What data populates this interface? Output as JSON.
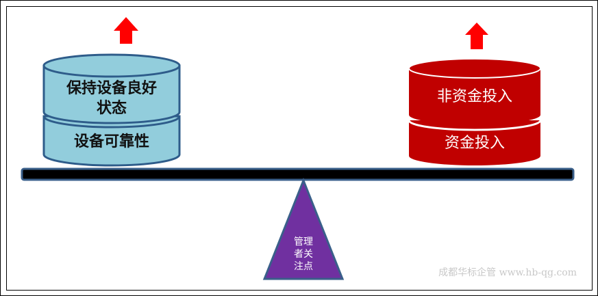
{
  "diagram": {
    "left_stack": {
      "top_label_line1": "保持设备良好",
      "top_label_line2": "状态",
      "bottom_label": "设备可靠性",
      "fill_color": "#92cddc",
      "stroke_color": "#2e5c8a",
      "arrow_color": "#ff0000",
      "arrow_icon": "arrow-up-icon"
    },
    "right_stack": {
      "top_label": "非资金投入",
      "bottom_label": "资金投入",
      "fill_color": "#c00000",
      "stroke_color": "#ffffff",
      "arrow_color": "#ff0000",
      "arrow_icon": "arrow-up-icon"
    },
    "beam": {
      "fill_color": "#000000",
      "stroke_color": "#3a5f8a"
    },
    "fulcrum": {
      "label_line1": "管理",
      "label_line2": "者关",
      "label_line3": "注点",
      "fill_color": "#7030a0",
      "stroke_color": "#3a5f8a"
    },
    "watermark": "成都华标企管 www.hb-qg.com"
  }
}
